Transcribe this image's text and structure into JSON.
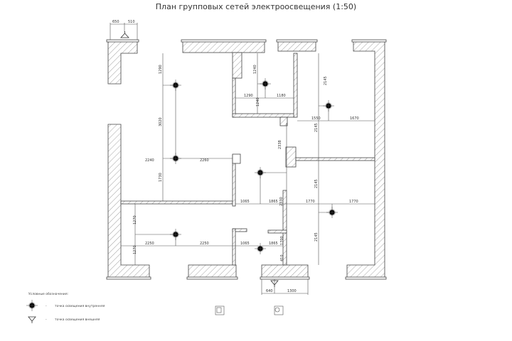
{
  "title": "План групповых сетей электроосвещения (1:50)",
  "legend": {
    "heading": "Условные обозначения:",
    "items": [
      {
        "icon": "interior-light-icon",
        "dash": "-",
        "label": "точка освещения внутренняя"
      },
      {
        "icon": "exterior-light-icon",
        "dash": "-",
        "label": "точка освещения внешняя"
      }
    ]
  },
  "dims": {
    "top_left_a": "650",
    "top_left_b": "510",
    "d1290v": "1290",
    "d1240v": "1240",
    "d1290h": "1290",
    "d1180h": "1180",
    "d1240v2": "1240",
    "d2145a": "2145",
    "d1550": "1550",
    "d1670": "1670",
    "d3020": "3020",
    "d2240": "2240",
    "d2260": "2260",
    "d1730": "1730",
    "d2338": "2338",
    "d2145b": "2145",
    "d2145c": "2145",
    "d1065a": "1065",
    "d1865a": "1865",
    "d2330": "2330",
    "d1770a": "1770",
    "d1770b": "1770",
    "d1270a": "1270",
    "d2250a": "2250",
    "d2250b": "2250",
    "d1065b": "1065",
    "d1865b": "1865",
    "d1700": "1700",
    "d1270b": "1270",
    "d2145d": "2145",
    "d410": "410",
    "d640": "640",
    "d1300": "1300"
  }
}
